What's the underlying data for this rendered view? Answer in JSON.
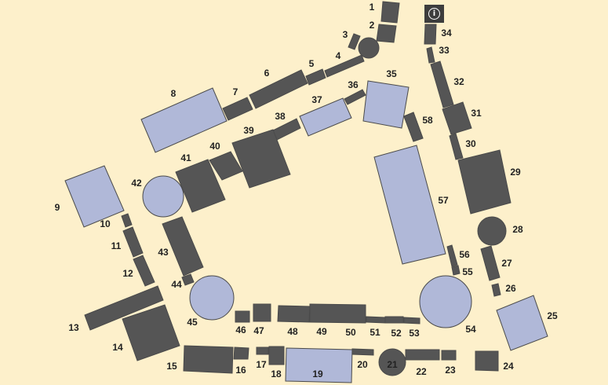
{
  "colors": {
    "background": "#fdf0cb",
    "dark": "#555555",
    "light": "#b0b8d8",
    "stroke": "#4a4a4a",
    "label": "#222222"
  },
  "info_button": {
    "icon": "info-icon",
    "glyph": "i"
  },
  "labels": [
    "1",
    "2",
    "3",
    "4",
    "5",
    "6",
    "7",
    "8",
    "9",
    "10",
    "11",
    "12",
    "13",
    "14",
    "15",
    "16",
    "17",
    "18",
    "19",
    "20",
    "21",
    "22",
    "23",
    "24",
    "25",
    "26",
    "27",
    "28",
    "29",
    "30",
    "31",
    "32",
    "33",
    "34",
    "35",
    "36",
    "37",
    "38",
    "39",
    "40",
    "41",
    "42",
    "43",
    "44",
    "45",
    "46",
    "47",
    "48",
    "49",
    "50",
    "51",
    "52",
    "53",
    "54",
    "55",
    "56",
    "57",
    "58"
  ]
}
